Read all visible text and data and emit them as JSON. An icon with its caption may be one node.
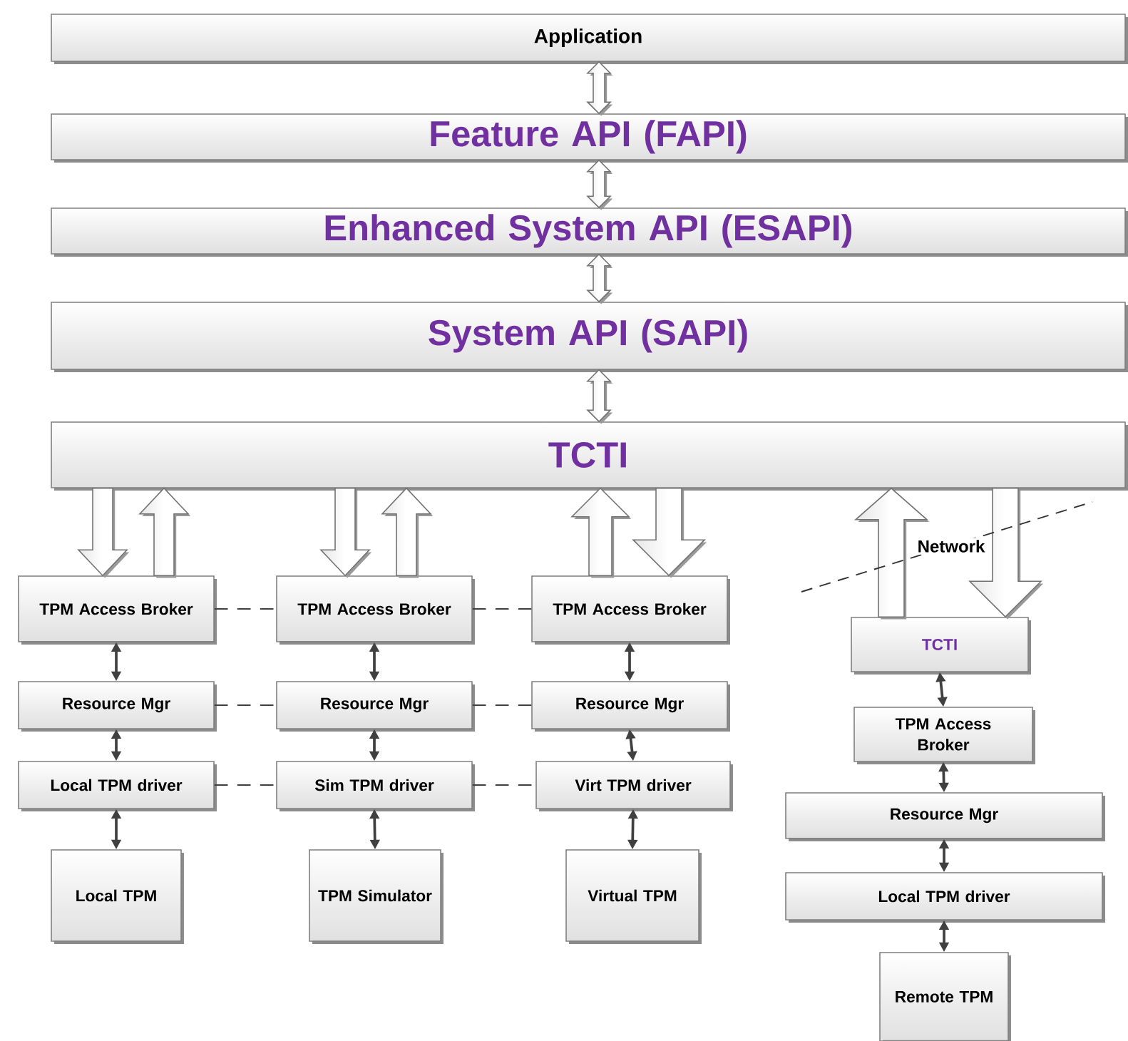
{
  "diagram": {
    "nodes": [
      {
        "text": [
          "Application"
        ]
      },
      {
        "text": [
          "Feature API (FAPI)"
        ]
      },
      {
        "text": [
          "Enhanced System API (ESAPI)"
        ]
      },
      {
        "text": [
          "System API (SAPI)"
        ]
      },
      {
        "text": [
          "TCTI"
        ]
      },
      {
        "text": [
          "TPM Access Broker"
        ]
      },
      {
        "text": [
          "TPM Access Broker"
        ]
      },
      {
        "text": [
          "TPM Access Broker"
        ]
      },
      {
        "text": [
          "Resource Mgr"
        ]
      },
      {
        "text": [
          "Resource Mgr"
        ]
      },
      {
        "text": [
          "Resource Mgr"
        ]
      },
      {
        "text": [
          "Local TPM driver"
        ]
      },
      {
        "text": [
          "Sim TPM driver"
        ]
      },
      {
        "text": [
          "Virt TPM driver"
        ]
      },
      {
        "text": [
          "Local TPM"
        ]
      },
      {
        "text": [
          "TPM Simulator"
        ]
      },
      {
        "text": [
          "Virtual TPM"
        ]
      },
      {
        "text": [
          "TCTI"
        ]
      },
      {
        "text": [
          "TPM Access Broker"
        ]
      },
      {
        "text": [
          "Resource Mgr"
        ]
      },
      {
        "text": [
          "Local TPM driver"
        ]
      },
      {
        "text": [
          "Remote TPM"
        ]
      }
    ],
    "edges": [
      {
        "from": 0,
        "to": 1,
        "arrow": "both",
        "style": "thick"
      },
      {
        "from": 1,
        "to": 2,
        "arrow": "both",
        "style": "thick"
      },
      {
        "from": 2,
        "to": 3,
        "arrow": "both",
        "style": "thick"
      },
      {
        "from": 3,
        "to": 4,
        "arrow": "both",
        "style": "thick"
      },
      {
        "from": 4,
        "to": 5,
        "arrow": "to",
        "style": "thick"
      },
      {
        "from": 5,
        "to": 4,
        "arrow": "to",
        "style": "thick"
      },
      {
        "from": 4,
        "to": 6,
        "arrow": "to",
        "style": "thick"
      },
      {
        "from": 6,
        "to": 4,
        "arrow": "to",
        "style": "thick"
      },
      {
        "from": 7,
        "to": 4,
        "arrow": "to",
        "style": "thick"
      },
      {
        "from": 4,
        "to": 7,
        "arrow": "to",
        "style": "thick"
      },
      {
        "from": 17,
        "to": 4,
        "arrow": "to",
        "style": "thick"
      },
      {
        "from": 4,
        "to": 17,
        "arrow": "to",
        "style": "thick"
      },
      {
        "from": 5,
        "to": 8,
        "arrow": "both"
      },
      {
        "from": 8,
        "to": 11,
        "arrow": "both"
      },
      {
        "from": 11,
        "to": 14,
        "arrow": "both"
      },
      {
        "from": 6,
        "to": 9,
        "arrow": "both"
      },
      {
        "from": 9,
        "to": 12,
        "arrow": "both"
      },
      {
        "from": 12,
        "to": 15,
        "arrow": "both"
      },
      {
        "from": 7,
        "to": 10,
        "arrow": "both"
      },
      {
        "from": 10,
        "to": 13,
        "arrow": "both"
      },
      {
        "from": 13,
        "to": 16,
        "arrow": "both"
      },
      {
        "from": 17,
        "to": 18,
        "arrow": "both"
      },
      {
        "from": 18,
        "to": 19,
        "arrow": "both"
      },
      {
        "from": 19,
        "to": 20,
        "arrow": "both"
      },
      {
        "from": 20,
        "to": 21,
        "arrow": "both"
      },
      {
        "from": 5,
        "to": 6,
        "arrow": "none",
        "style": "dashed"
      },
      {
        "from": 6,
        "to": 7,
        "arrow": "none",
        "style": "dashed"
      },
      {
        "from": 8,
        "to": 9,
        "arrow": "none",
        "style": "dashed"
      },
      {
        "from": 9,
        "to": 10,
        "arrow": "none",
        "style": "dashed"
      },
      {
        "from": 11,
        "to": 12,
        "arrow": "none",
        "style": "dashed"
      },
      {
        "from": 12,
        "to": 13,
        "arrow": "none",
        "style": "dashed"
      }
    ],
    "labels": [
      "Network"
    ]
  }
}
